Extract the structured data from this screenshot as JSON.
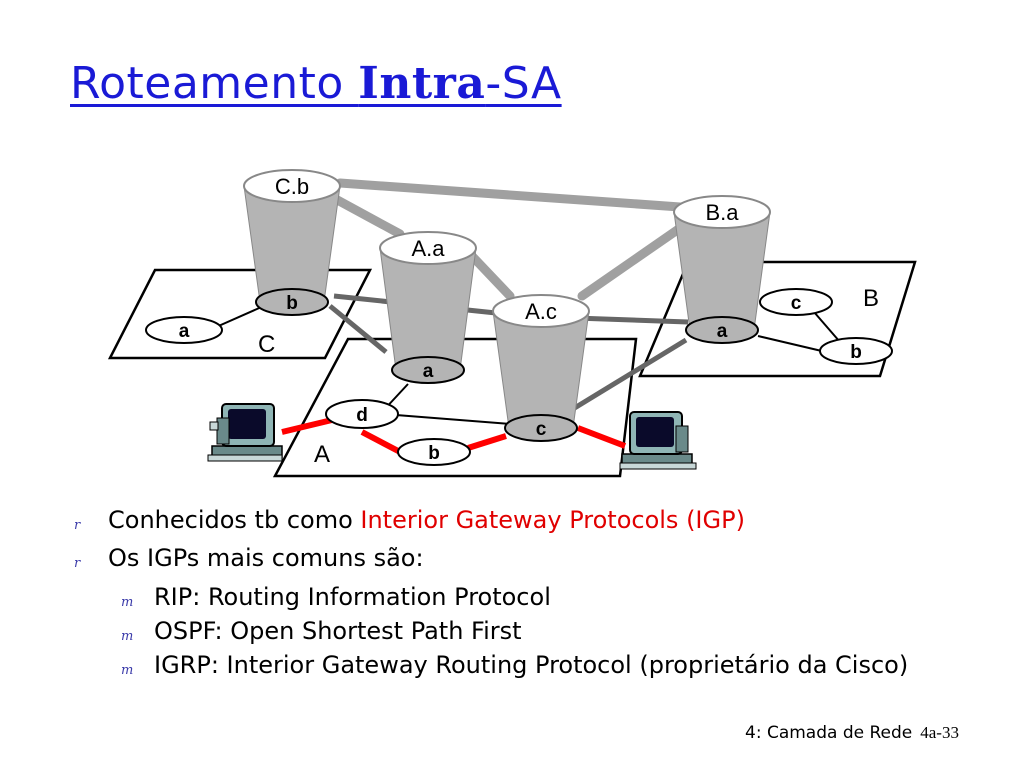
{
  "slide": {
    "title_pre": "Roteamento ",
    "title_emph": "Intra",
    "title_post": "-SA"
  },
  "diagram": {
    "routers": [
      {
        "id": "Cb",
        "label": "C.b",
        "bottom_label": "b"
      },
      {
        "id": "Aa",
        "label": "A.a",
        "bottom_label": "a"
      },
      {
        "id": "Ac",
        "label": "A.c",
        "bottom_label": "c"
      },
      {
        "id": "Ba",
        "label": "B.a",
        "bottom_label": "a"
      }
    ],
    "as_c": {
      "name": "C",
      "hosts": [
        "a"
      ]
    },
    "as_b": {
      "name": "B",
      "hosts": [
        "c",
        "b"
      ]
    },
    "as_a": {
      "name": "A",
      "hosts": [
        "d",
        "b"
      ]
    },
    "colors": {
      "title": "#1a1ad6",
      "highlight": "#e00000",
      "inter_as_link": "#a0a0a0",
      "intra_link": "#666666",
      "host_link": "#ff0000",
      "cylinder": "#b4b4b4"
    },
    "icons": [
      "computer-icon",
      "computer-icon"
    ]
  },
  "bullets": [
    {
      "level": 1,
      "marker": "r",
      "text": "Conhecidos tb como ",
      "highlight": "Interior Gateway Protocols (IGP)"
    },
    {
      "level": 1,
      "marker": "r",
      "text": "Os IGPs mais comuns são:"
    },
    {
      "level": 2,
      "marker": "m",
      "text": "RIP: Routing Information Protocol"
    },
    {
      "level": 2,
      "marker": "m",
      "text": "OSPF: Open Shortest Path First"
    },
    {
      "level": 2,
      "marker": "m",
      "text": "IGRP: Interior Gateway Routing Protocol (proprietário da Cisco)"
    }
  ],
  "footer": {
    "chapter": "4: Camada de Rede",
    "page": "4a-33"
  }
}
